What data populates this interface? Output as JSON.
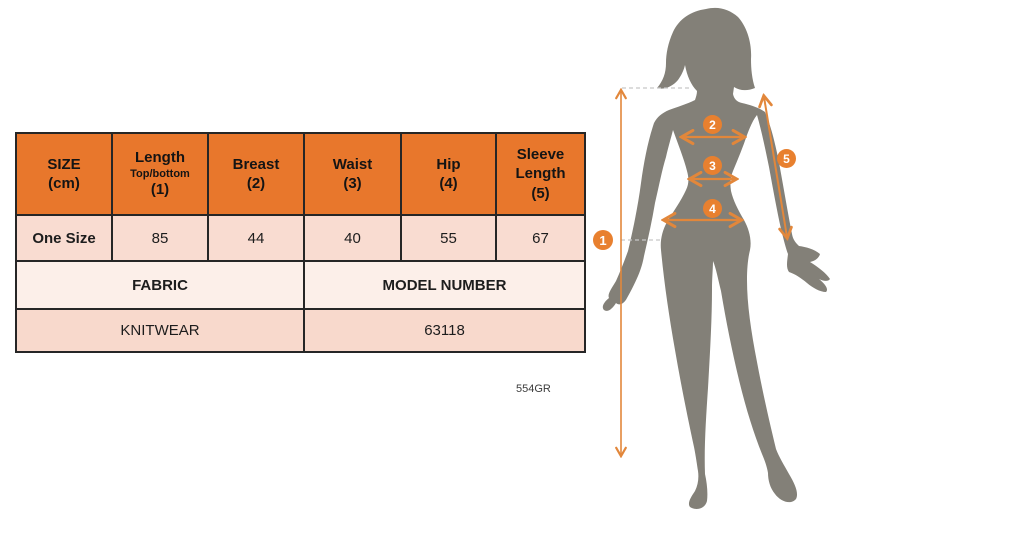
{
  "table": {
    "headers": [
      {
        "main": "SIZE",
        "sub": "",
        "num": "(cm)"
      },
      {
        "main": "Length",
        "sub": "Top/bottom",
        "num": "(1)"
      },
      {
        "main": "Breast",
        "sub": "",
        "num": "(2)"
      },
      {
        "main": "Waist",
        "sub": "",
        "num": "(3)"
      },
      {
        "main": "Hip",
        "sub": "",
        "num": "(4)"
      },
      {
        "main": "Sleeve Length",
        "sub": "",
        "num": "(5)"
      }
    ],
    "size_row": {
      "label": "One Size",
      "values": [
        "85",
        "44",
        "40",
        "55",
        "67"
      ]
    },
    "fabric_label": "FABRIC",
    "model_number_label": "MODEL NUMBER",
    "fabric_value": "KNITWEAR",
    "model_number_value": "63118"
  },
  "product_code": "554GR",
  "diagram": {
    "points": [
      "1",
      "2",
      "3",
      "4",
      "5"
    ]
  },
  "colors": {
    "header_orange": "#e8772c",
    "row_pink": "#f9dcd1",
    "row_light_pink": "#fcefe9",
    "row_mid_pink": "#f8d9cc",
    "accent_orange": "#e8802f",
    "arrow_orange": "#e2873b",
    "silhouette_gray": "#838078"
  }
}
